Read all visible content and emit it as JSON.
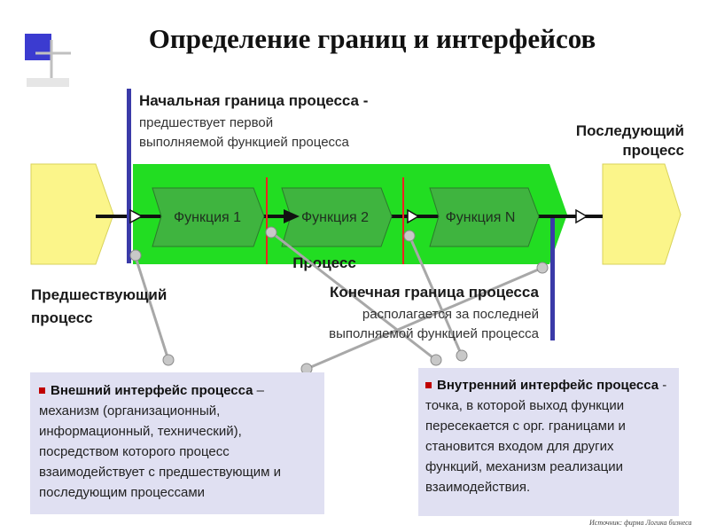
{
  "title": "Определение границ и интерфейсов",
  "start_boundary": {
    "title": "Начальная граница процесса -",
    "desc_line1": "предшествует первой",
    "desc_line2": "выполняемой функцией  процесса"
  },
  "next_process": {
    "line1": "Последующий",
    "line2": "процесс"
  },
  "prev_process": {
    "line1": "Предшествующий",
    "line2": "процесс"
  },
  "end_boundary": {
    "title": "Конечная граница процесса",
    "desc_line1": "располагается за последней",
    "desc_line2": "выполняемой функцией процесса"
  },
  "process_label": "Процесс",
  "functions": [
    "Функция 1",
    "Функция 2",
    "Функция N"
  ],
  "external_interface": {
    "title": "Внешний интерфейс процесса",
    "dash": " –",
    "body": "механизм (организационный, информационный, технический), посредством которого процесс взаимодействует с предшествующим и последующим процессами"
  },
  "internal_interface": {
    "title": "Внутренний интерфейс процесса",
    "dash": " - ",
    "body": "точка, в которой выход функции пересекается с орг. границами и становится входом для других функций, механизм реализации взаимодействия."
  },
  "source": "Источник: фирма Логика бизнеса",
  "colors": {
    "process_band": "#22dd22",
    "function_box": "#3fb43f",
    "side_process": "#fbf58a",
    "boundary_line": "#3a3aa8",
    "internal_marker": "#ee2222",
    "connector": "#a8a8a8",
    "interface_box": "#e0e0f2"
  }
}
